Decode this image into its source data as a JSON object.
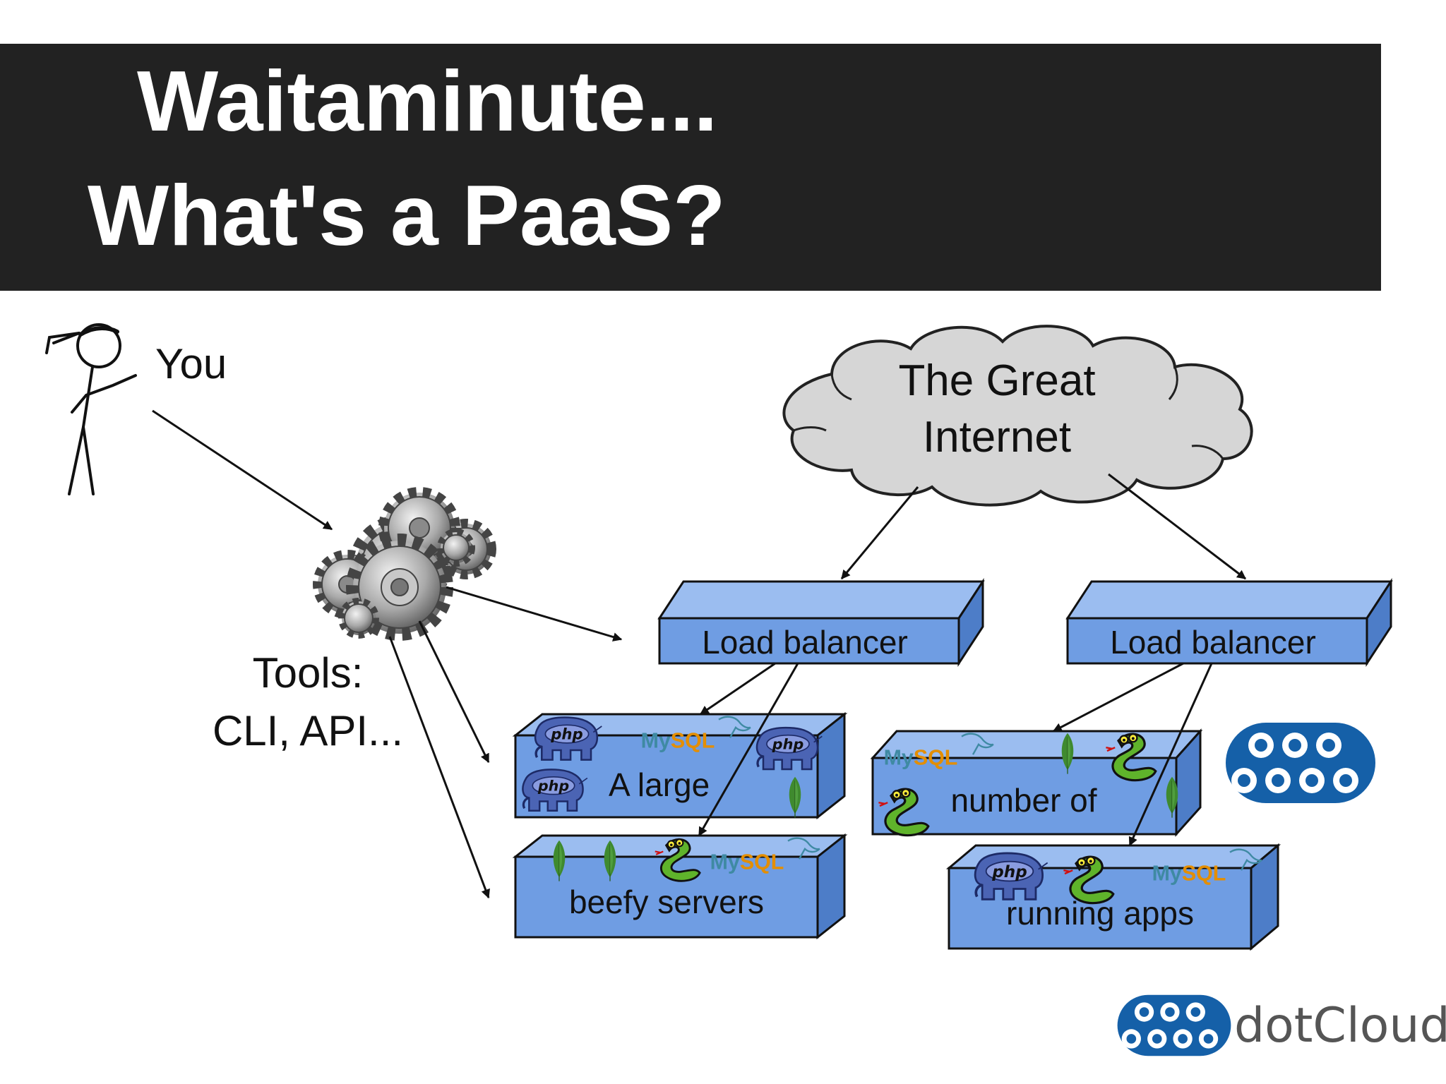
{
  "title": {
    "line1": "Waitaminute...",
    "line2": "What's a PaaS?"
  },
  "labels": {
    "you": "You",
    "tools_line1": "Tools:",
    "tools_line2": "CLI, API...",
    "cloud_line1": "The Great",
    "cloud_line2": "Internet",
    "load_balancer_left": "Load balancer",
    "load_balancer_right": "Load balancer",
    "server_a": "A large",
    "server_b": "beefy servers",
    "server_c": "number of",
    "server_d": "running apps"
  },
  "badges": {
    "php": "php",
    "mysql": "MySQL"
  },
  "brand": {
    "name": "dotCloud"
  },
  "colors": {
    "title_bar": "#222222",
    "box_front": "#6f9de3",
    "box_top": "#9bbdf0",
    "box_side": "#4d7dc8",
    "cloud_fill": "#d6d6d6",
    "brand_blue": "#1560a8",
    "php_blue": "#4b64b4",
    "mysql_blue": "#3f8aa3",
    "mysql_orange": "#e48e00",
    "mongo_green": "#3f8a2f",
    "python_green": "#5fb32b"
  },
  "icons": [
    "stick-figure-icon",
    "gears-icon",
    "cloud-icon",
    "php-elephant-icon",
    "mysql-logo-icon",
    "mongodb-leaf-icon",
    "python-snake-icon",
    "dotcloud-logo-icon"
  ]
}
